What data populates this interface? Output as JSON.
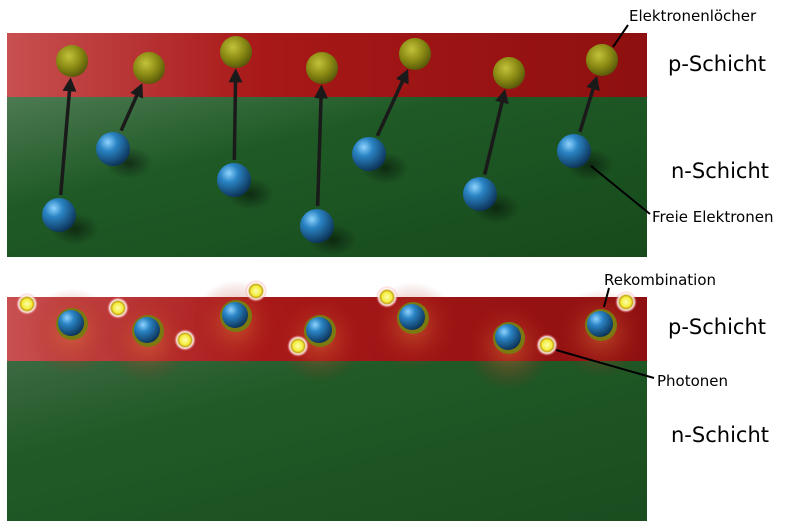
{
  "labels": {
    "holes": "Elektronenlöcher",
    "free_electrons": "Freie Elektronen",
    "recombination": "Rekombination",
    "photons": "Photonen"
  },
  "panels": [
    {
      "p_layer": "p-Schicht",
      "n_layer": "n-Schicht"
    },
    {
      "p_layer": "p-Schicht",
      "n_layer": "n-Schicht"
    }
  ],
  "colors": {
    "p_layer": "#a81818",
    "n_layer": "#1f5a26",
    "electron": "#2a84c4",
    "hole": "#8a8a14",
    "photon": "#f2ee3a",
    "arrow": "#1a1a1a"
  },
  "icons": {
    "electron": "blue-sphere",
    "hole": "olive-sphere",
    "photon": "glowing-yellow-dot"
  }
}
